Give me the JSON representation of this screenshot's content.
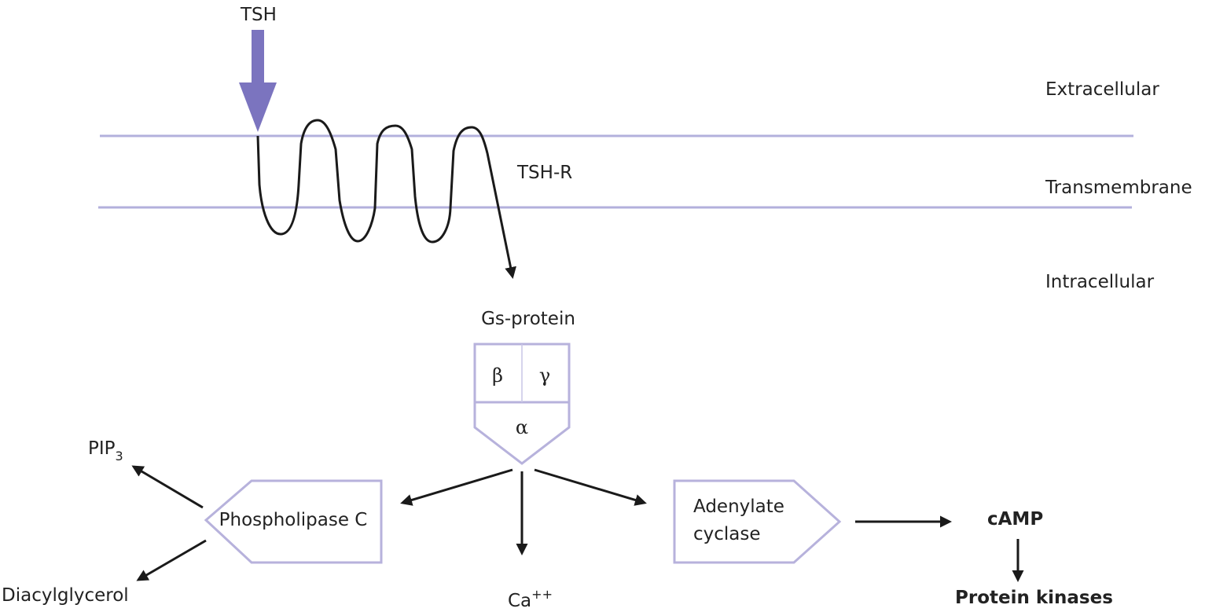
{
  "labels": {
    "ligand": "TSH",
    "receptor": "TSH-R",
    "extracellular": "Extracellular",
    "transmembrane": "Transmembrane",
    "intracellular": "Intracellular",
    "g_protein": "Gs-protein",
    "beta": "β",
    "gamma": "γ",
    "alpha": "α",
    "phospholipase": "Phospholipase C",
    "adenylate_line1": "Adenylate",
    "adenylate_line2": "cyclase",
    "pip": "PIP",
    "pip_sub": "3",
    "dag": "Diacylglycerol",
    "calcium": "Ca",
    "calcium_sup": "++",
    "camp": "cAMP",
    "kinases": "Protein kinases"
  },
  "colors": {
    "membrane": "#b3b0dc",
    "tsh_arrow": "#7b74bf",
    "box_stroke": "#b7b2dc",
    "arrow": "#1a1a1a"
  }
}
